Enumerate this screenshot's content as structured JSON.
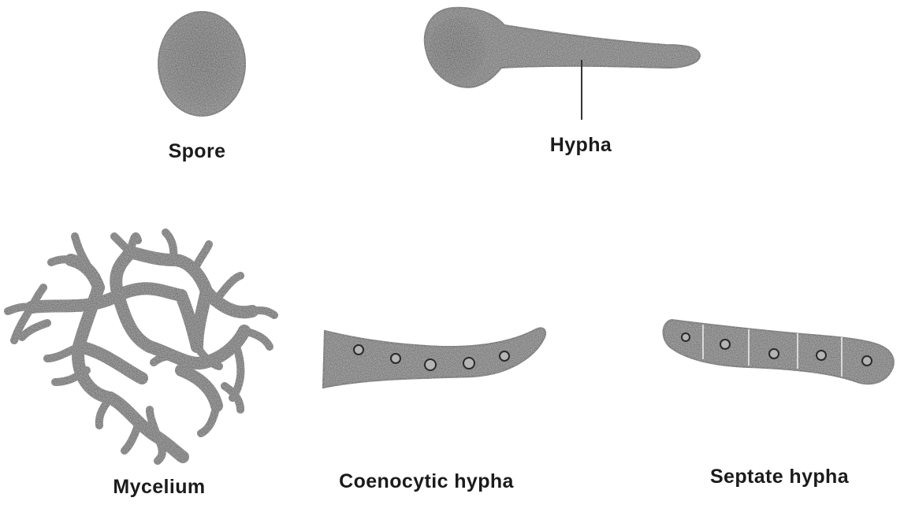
{
  "figure": {
    "labels": {
      "spore": "Spore",
      "hypha": "Hypha",
      "mycelium": "Mycelium",
      "coenocytic": "Coenocytic hypha",
      "septate": "Septate hypha"
    },
    "colors": {
      "cell_fill": "#4a4a4a",
      "cell_dark": "#2a2a2a",
      "nucleus": "#b5b5b5",
      "text": "#1b1b1b"
    }
  }
}
